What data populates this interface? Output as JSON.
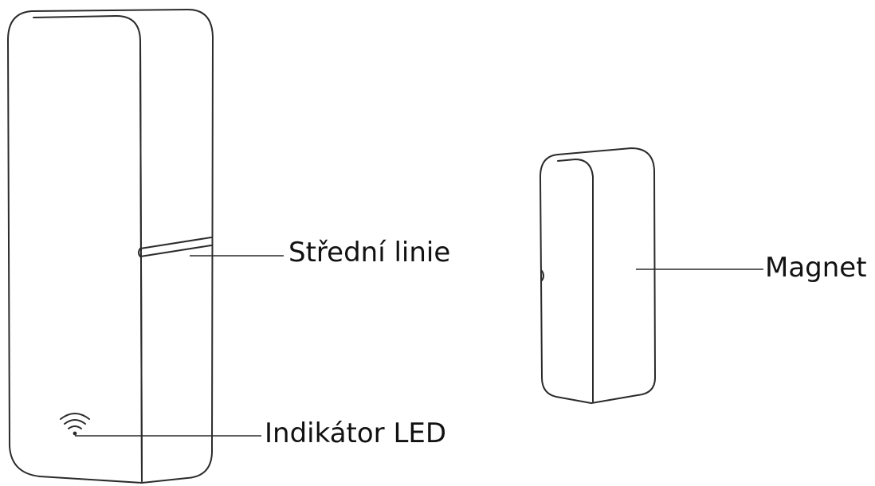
{
  "labels": {
    "center_line": "Střední linie",
    "magnet": "Magnet",
    "led_indicator": "Indikátor LED"
  },
  "icons": {
    "led": "wifi-icon"
  },
  "colors": {
    "outline": "#2b2b2b",
    "text": "#111111",
    "background": "#ffffff"
  }
}
